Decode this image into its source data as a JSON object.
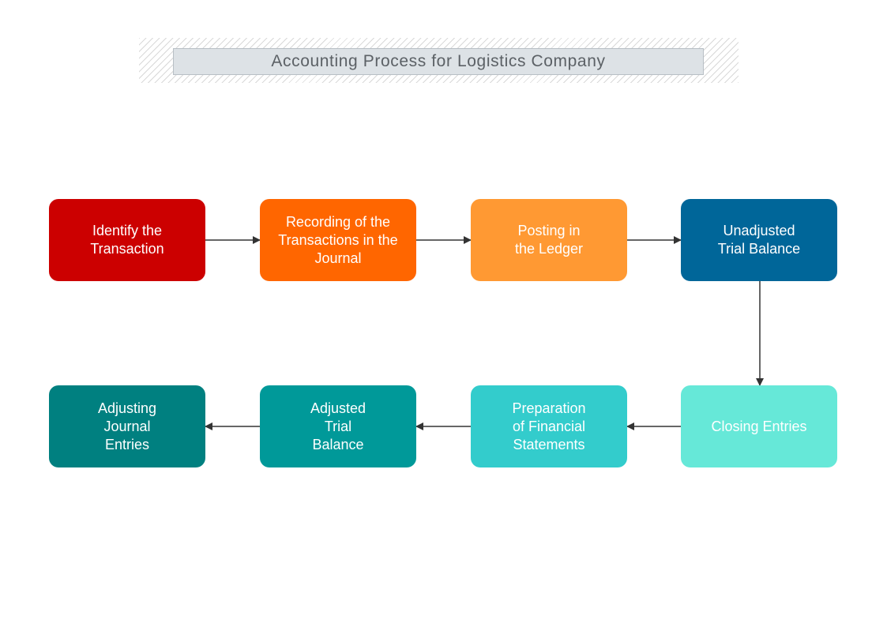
{
  "title": "Accounting Process for Logistics Company",
  "steps": [
    {
      "label": "Identify the\nTransaction",
      "color": "#cc0000"
    },
    {
      "label": "Recording of the\nTransactions in the\nJournal",
      "color": "#ff6600"
    },
    {
      "label": "Posting in\nthe Ledger",
      "color": "#ff9933"
    },
    {
      "label": "Unadjusted\nTrial Balance",
      "color": "#006699"
    },
    {
      "label": "Closing Entries",
      "color": "#66e8d8"
    },
    {
      "label": "Preparation\nof Financial\nStatements",
      "color": "#33cccc"
    },
    {
      "label": "Adjusted\nTrial\nBalance",
      "color": "#009999"
    },
    {
      "label": "Adjusting\nJournal\nEntries",
      "color": "#008080"
    }
  ],
  "connector_color": "#333333"
}
